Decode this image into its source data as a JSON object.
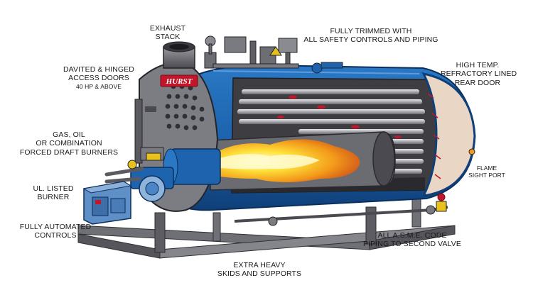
{
  "diagram": {
    "brand_text": "HURST",
    "colors": {
      "shell_blue": "#1d63ad",
      "shell_dark": "#0f3f78",
      "steel_dark": "#3c3c40",
      "steel_mid": "#8d8d93",
      "tube_light": "#c9c9cf",
      "refractory": "#e9d6c4",
      "flame_yellow": "#ffe23a",
      "flame_orange": "#f39a1a",
      "red_accent": "#c3162a"
    },
    "labels": {
      "exhaust_stack": [
        "EXHAUST",
        "STACK"
      ],
      "fully_trimmed": [
        "FULLY TRIMMED WITH",
        "ALL SAFETY CONTROLS AND PIPING"
      ],
      "refractory_door": [
        "HIGH TEMP.",
        "REFRACTORY LINED",
        "REAR DOOR"
      ],
      "access_doors": [
        "DAVITED & HINGED",
        "ACCESS DOORS"
      ],
      "access_doors_note": "40 HP & ABOVE",
      "burners": [
        "GAS, OIL",
        "OR COMBINATION",
        "FORCED DRAFT BURNERS"
      ],
      "ul_burner": [
        "UL. LISTED",
        "BURNER"
      ],
      "flame_port": [
        "FLAME",
        "SIGHT PORT"
      ],
      "automated_controls": [
        "FULLY AUTOMATED",
        "CONTROLS"
      ],
      "asme_piping": [
        "ALL A.S.M.E. CODE",
        "PIPING TO SECOND VALVE"
      ],
      "skids": [
        "EXTRA HEAVY",
        "SKIDS AND SUPPORTS"
      ]
    }
  }
}
